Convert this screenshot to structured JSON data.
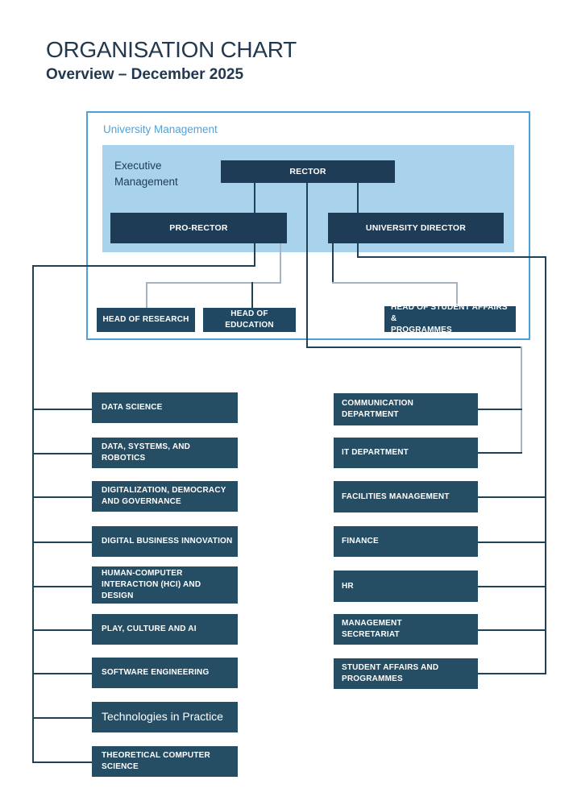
{
  "page": {
    "title": "ORGANISATION CHART",
    "subtitle": "Overview – December 2025"
  },
  "university_management": {
    "label": "University Management",
    "executive_management": {
      "label": "Executive\nManagement",
      "rector": "RECTOR",
      "pro_rector": "PRO-RECTOR",
      "university_director": "UNIVERSITY DIRECTOR"
    },
    "heads": [
      "HEAD OF RESEARCH",
      "HEAD OF EDUCATION",
      "HEAD OF STUDENT AFFAIRS &\nPROGRAMMES"
    ]
  },
  "departments": {
    "left_column": [
      "DATA SCIENCE",
      "DATA, SYSTEMS, AND ROBOTICS",
      "DIGITALIZATION, DEMOCRACY\nAND GOVERNANCE",
      "DIGITAL BUSINESS INNOVATION",
      "HUMAN-COMPUTER\nINTERACTION (HCI) AND DESIGN",
      "PLAY, CULTURE AND AI",
      "SOFTWARE ENGINEERING",
      "Technologies in Practice",
      "THEORETICAL COMPUTER\nSCIENCE"
    ],
    "right_column": [
      "COMMUNICATION\nDEPARTMENT",
      "IT DEPARTMENT",
      "FACILITIES MANAGEMENT",
      "FINANCE",
      "HR",
      "MANAGEMENT\nSECRETARIAT",
      "STUDENT AFFAIRS AND\nPROGRAMMES"
    ]
  },
  "colors": {
    "accent_blue_border": "#4D9FD8",
    "light_blue_fill": "#A9D3EC",
    "label_blue": "#55A0D5",
    "exec_box_fill": "#1E3C55",
    "department_box_fill": "#254D64",
    "connector_dark": "#1F4257",
    "connector_gray": "#A7B4BF",
    "title_text": "#22384E",
    "box_text": "#FFFFFF"
  }
}
